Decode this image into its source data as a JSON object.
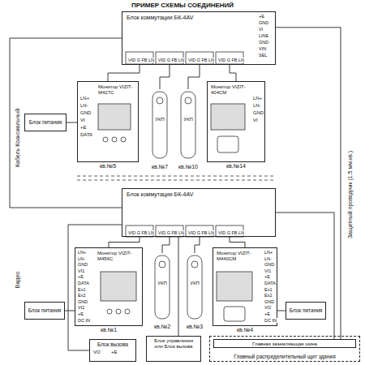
{
  "diagram": {
    "title": "ПРИМЕР СХЕМЫ СОЕДИНЕНИЙ",
    "nodes": [
      {
        "text": [
          "Блок коммутации БК-4AV"
        ]
      },
      {
        "text": [
          "Монитор VIZIT-M427C",
          "кв.№5"
        ]
      },
      {
        "text": [
          "УКП",
          "кв.№7"
        ]
      },
      {
        "text": [
          "УКП",
          "кв.№10"
        ]
      },
      {
        "text": [
          "Монитор VIZIT-404CM",
          "кв.№14"
        ]
      },
      {
        "text": [
          "Блок питания"
        ]
      },
      {
        "text": [
          "Блок коммутации БК-4AV"
        ]
      },
      {
        "text": [
          "Монитор VIZIT-M456C",
          "кв.№1"
        ]
      },
      {
        "text": [
          "УКП",
          "кв.№2"
        ]
      },
      {
        "text": [
          "УКП",
          "кв.№3"
        ]
      },
      {
        "text": [
          "Монитор VIZIT-M440CM",
          "кв.№4"
        ]
      },
      {
        "text": [
          "Блок питания"
        ]
      },
      {
        "text": [
          "Блок питания"
        ]
      },
      {
        "text": [
          "Блок вызова"
        ]
      },
      {
        "text": [
          "Блок управления или Блок вызова"
        ]
      },
      {
        "text": [
          "Главный распределительный щит здания"
        ]
      },
      {
        "text": [
          "Главная заземляющая шина"
        ],
        "in": 15
      }
    ],
    "edges": [
      {
        "from": 0,
        "to": 1,
        "arrow": "none"
      },
      {
        "from": 0,
        "to": 2,
        "arrow": "none"
      },
      {
        "from": 0,
        "to": 3,
        "arrow": "none"
      },
      {
        "from": 0,
        "to": 4,
        "arrow": "none"
      },
      {
        "from": 5,
        "to": 1,
        "arrow": "none"
      },
      {
        "from": 0,
        "to": 6,
        "arrow": "none"
      },
      {
        "from": 6,
        "to": 7,
        "arrow": "none"
      },
      {
        "from": 6,
        "to": 8,
        "arrow": "none"
      },
      {
        "from": 6,
        "to": 9,
        "arrow": "none"
      },
      {
        "from": 6,
        "to": 10,
        "arrow": "none"
      },
      {
        "from": 11,
        "to": 7,
        "arrow": "none"
      },
      {
        "from": 12,
        "to": 10,
        "arrow": "none"
      },
      {
        "from": 13,
        "to": 6,
        "arrow": "none"
      },
      {
        "from": 14,
        "to": 6,
        "arrow": "none"
      },
      {
        "from": 0,
        "to": 16,
        "arrow": "none"
      },
      {
        "from": 6,
        "to": 16,
        "arrow": "none"
      }
    ],
    "labels": [
      "VID G FB LN",
      "VID G FB LN",
      "VID G FB LN",
      "VID G FB LN",
      "+E",
      "GND",
      "VI",
      "LINE",
      "GND",
      "VIN",
      "SEL",
      "LN+",
      "LN-",
      "GND",
      "VI",
      "+E",
      "DATA",
      "LN+",
      "LN-",
      "GND",
      "VI",
      "VID G FB LN",
      "VID G FB LN",
      "VID G FB LN",
      "VID G FB LN",
      "LN+",
      "LN-",
      "GND",
      "VI1",
      "+E",
      "DATA",
      "Ex1",
      "Ex2",
      "GND",
      "VI2",
      "+E",
      "DC IN",
      "LN+",
      "LN-",
      "GND",
      "VI1",
      "+E",
      "DATA",
      "Ex1",
      "Ex2",
      "GND",
      "VI2",
      "+E",
      "DC IN",
      "VO",
      "+E",
      "Кабель Коаксиальный",
      "Видео",
      "Защитный проводник (1.5 мм.кв.)"
    ]
  }
}
